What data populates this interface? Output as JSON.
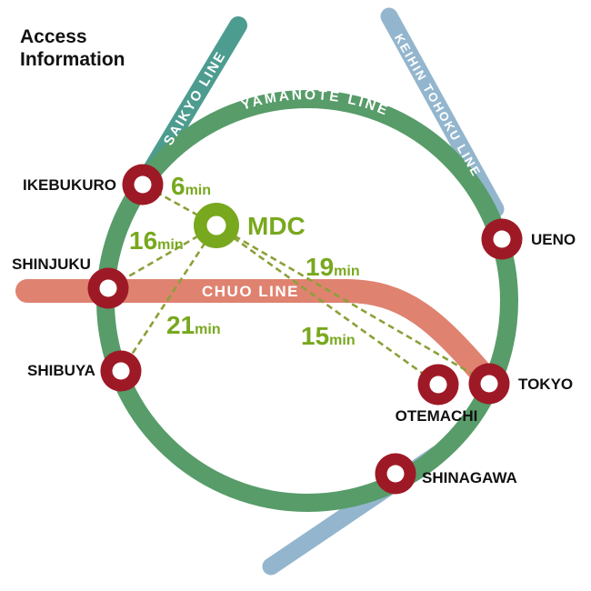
{
  "title": {
    "line1": "Access",
    "line2": "Information"
  },
  "colors": {
    "yamanote": "#579c69",
    "saikyo": "#4d9c90",
    "keihin_tohoku": "#93b6ce",
    "chuo": "#df8270",
    "station": "#9e1926",
    "mdc": "#78a81e",
    "dashed_route": "#8aa138"
  },
  "lines": {
    "yamanote": {
      "label": "YAMANOTE LINE"
    },
    "saikyo": {
      "label": "SAIKYO LINE"
    },
    "keihin_tohoku": {
      "label": "KEIHIN TOHOKU LINE"
    },
    "chuo": {
      "label": "CHUO LINE"
    }
  },
  "stations": [
    {
      "label": "IKEBUKURO"
    },
    {
      "label": "SHINJUKU"
    },
    {
      "label": "SHIBUYA"
    },
    {
      "label": "UENO"
    },
    {
      "label": "TOKYO"
    },
    {
      "label": "OTEMACHI"
    },
    {
      "label": "SHINAGAWA"
    }
  ],
  "destination": {
    "label": "MDC"
  },
  "travel_times": [
    {
      "from": "IKEBUKURO",
      "minutes": "6",
      "unit": "min"
    },
    {
      "from": "SHINJUKU",
      "minutes": "16",
      "unit": "min"
    },
    {
      "from": "TOKYO",
      "minutes": "19",
      "unit": "min"
    },
    {
      "from": "SHIBUYA",
      "minutes": "21",
      "unit": "min"
    },
    {
      "from": "OTEMACHI",
      "minutes": "15",
      "unit": "min"
    }
  ]
}
